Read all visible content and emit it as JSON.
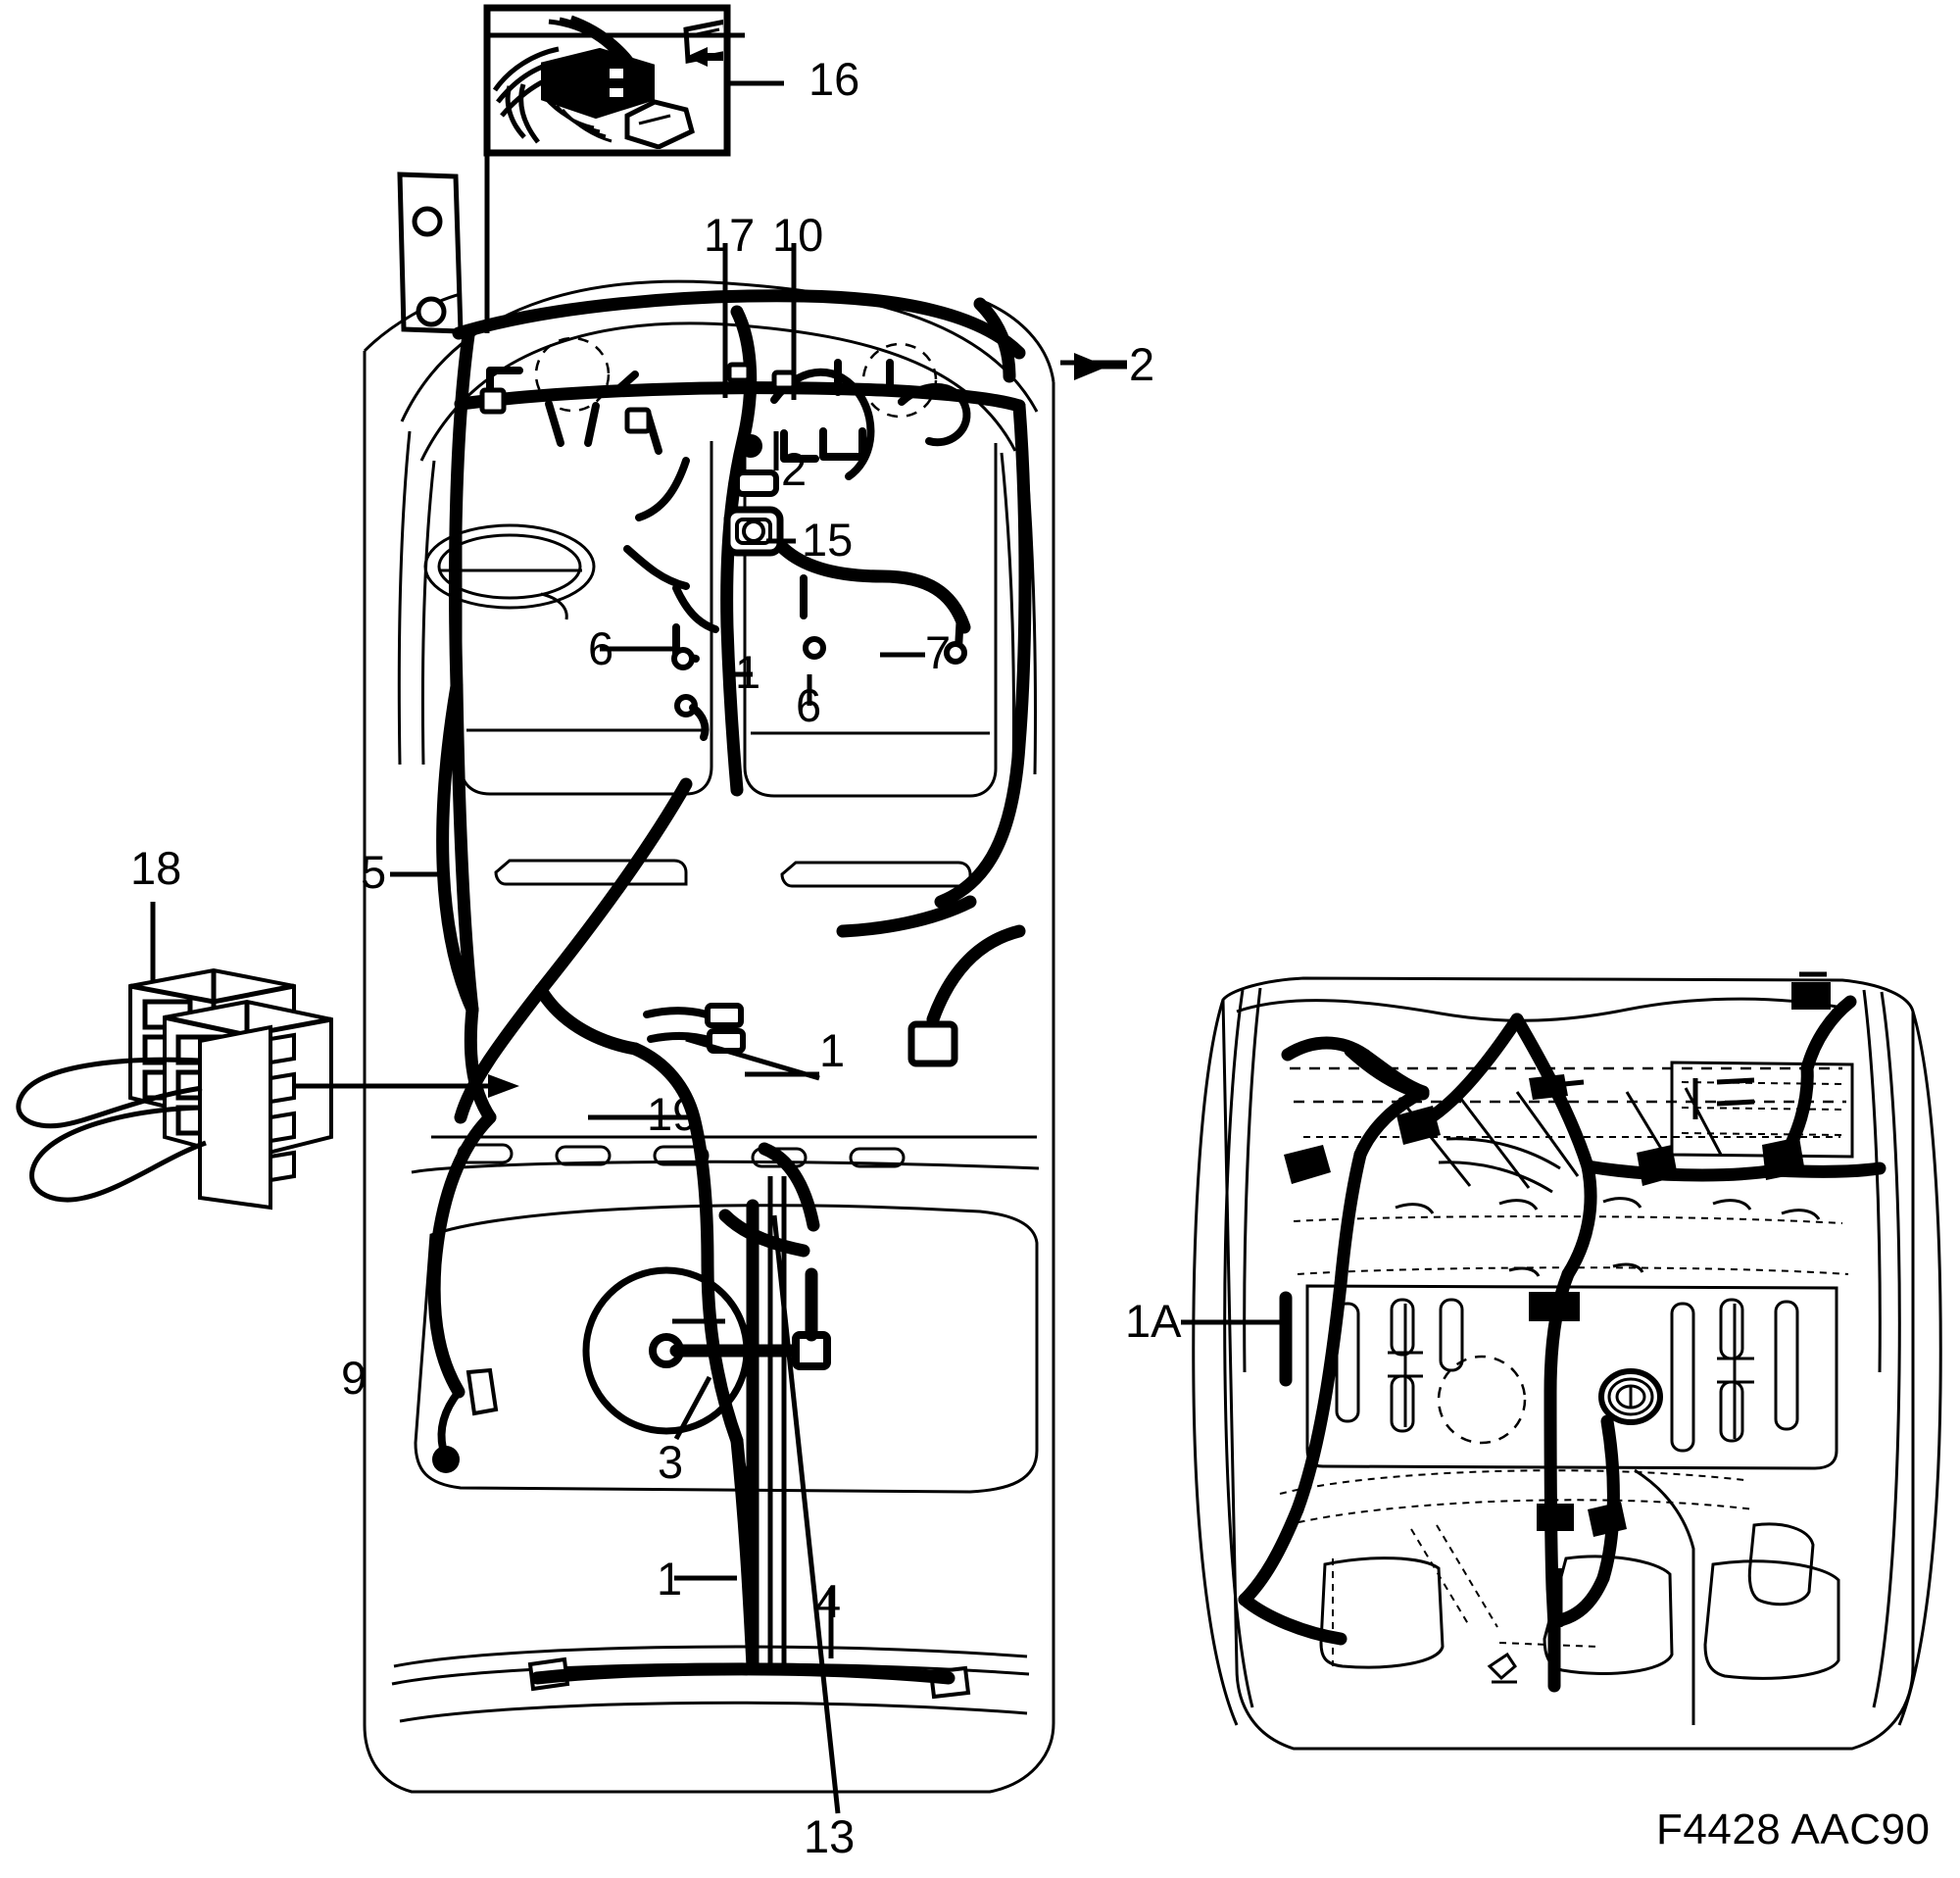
{
  "figure": {
    "code": "F4428 AAC90",
    "title": "Rear body wiring harness",
    "views": [
      {
        "name": "main-body-view",
        "description": "Rear body / luggage compartment wiring harness routing, top view"
      },
      {
        "name": "tailgate-view",
        "description": "Tailgate / trunk lid wiring harness routing, inner panel view"
      },
      {
        "name": "detail-inset",
        "description": "Connector attachment detail, arrow shows fitting direction"
      },
      {
        "name": "connector-part",
        "description": "Multi-pin connector housing with wire loops"
      }
    ]
  },
  "callouts": {
    "inset_16": "16",
    "top_17": "17",
    "top_10": "10",
    "right_2": "2",
    "mid_2": "2",
    "mid_15": "15",
    "left_6": "6",
    "center_1": "1",
    "right_7": "7",
    "right_6": "6",
    "left_5": "5",
    "connector_18": "18",
    "mid_1": "1",
    "mid_19": "19",
    "left_9": "9",
    "center_3": "3",
    "bottom_1": "1",
    "bottom_4": "4",
    "bottom_13": "13",
    "tailgate_1A": "1A"
  },
  "colors": {
    "line": "#000000",
    "background": "#ffffff"
  }
}
